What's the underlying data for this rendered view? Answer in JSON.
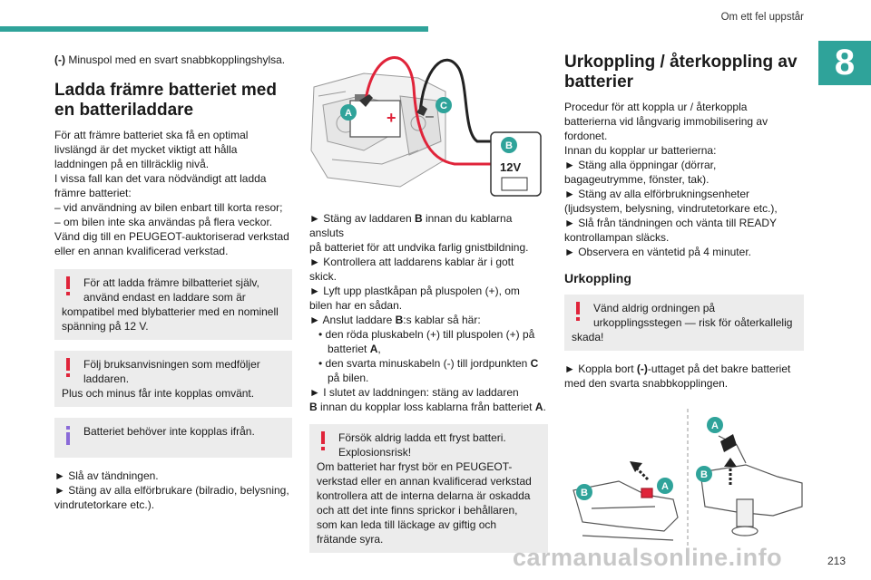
{
  "header": {
    "section_title": "Om ett fel uppstår",
    "chapter": "8",
    "page": "213"
  },
  "watermark": "carmanualsonline.info",
  "col1": {
    "minus_line_prefix": "(-)",
    "minus_line": " Minuspol med en svart snabbkopplingshylsa.",
    "heading1": "Ladda främre batteriet med",
    "heading2": "en batteriladdare",
    "intro": [
      "För att främre batteriet ska få en optimal",
      "livslängd är det mycket viktigt att hålla",
      "laddningen på en tillräcklig nivå.",
      "I vissa fall kan det vara nödvändigt att ladda",
      "främre batteriet:",
      "–  vid användning av bilen enbart till korta resor;",
      "–  om bilen inte ska användas på flera veckor.",
      "Vänd dig till en PEUGEOT-auktoriserad verkstad",
      "eller en annan kvalificerad verkstad."
    ],
    "warning1": [
      "För att ladda främre bilbatteriet själv,",
      "använd endast en laddare som är",
      "kompatibel med blybatterier med en nominell",
      "spänning på 12 V."
    ],
    "warning2": [
      "Följ bruksanvisningen som medföljer",
      "laddaren.",
      "Plus och minus får inte kopplas omvänt."
    ],
    "info1": "Batteriet behöver inte kopplas ifrån.",
    "steps": [
      "►  Slå av tändningen.",
      "►  Stäng av alla elförbrukare (bilradio, belysning,",
      "vindrutetorkare etc.)."
    ]
  },
  "col2": {
    "figure": {
      "label_a": "A",
      "label_b": "B",
      "label_c": "C",
      "charger_text": "12V",
      "plus": "+",
      "minus": "–"
    },
    "s1a": "►  Stäng av laddaren ",
    "s1b": "B",
    "s1c": " innan du kablarna ansluts",
    "s1d": "på batteriet för att undvika farlig gnistbildning.",
    "s2a": "►  Kontrollera att laddarens kablar är i gott",
    "s2b": "skick.",
    "s3a": "►  Lyft upp plastkåpan på pluspolen (+), om",
    "s3b": "bilen har en sådan.",
    "s4a": "►  Anslut laddare ",
    "s4b": "B",
    "s4c": ":s kablar så här:",
    "s5a": "•  den röda pluskabeln (+) till pluspolen (+) på",
    "s5b": "batteriet ",
    "s5c": "A",
    "s5d": ",",
    "s6a": "•  den svarta minuskabeln (-) till jordpunkten ",
    "s6b": "C",
    "s6c": "på bilen.",
    "s7a": "►  I slutet av laddningen: stäng av laddaren",
    "s7b": "B",
    "s7c": " innan du kopplar loss kablarna från batteriet ",
    "s7d": "A",
    "s7e": ".",
    "warning3": [
      "Försök aldrig ladda ett fryst batteri.",
      "Explosionsrisk!",
      "Om batteriet har fryst bör en PEUGEOT-",
      "verkstad eller en annan kvalificerad verkstad",
      "kontrollera att de interna delarna är oskadda",
      "och att det inte finns sprickor i behållaren,",
      "som kan leda till läckage av giftig och",
      "frätande syra."
    ]
  },
  "col3": {
    "heading1": "Urkoppling / återkoppling av",
    "heading2": "batterier",
    "intro": [
      "Procedur för att koppla ur / återkoppla",
      "batterierna vid långvarig immobilisering av",
      "fordonet.",
      "Innan du kopplar ur batterierna:",
      "►  Stäng alla öppningar (dörrar,",
      "bagageutrymme, fönster, tak).",
      "►  Stäng av alla elförbrukningsenheter",
      "(ljudsystem, belysning, vindrutetorkare etc.),",
      "►  Slå från tändningen och vänta till READY",
      "kontrollampan släcks.",
      "►  Observera en väntetid på 4 minuter."
    ],
    "subheading": "Urkoppling",
    "warning4": [
      "Vänd aldrig ordningen på",
      "urkopplingsstegen — risk för oåterkallelig",
      "skada!"
    ],
    "step_a": "►  Koppla bort ",
    "step_b": "(-)",
    "step_c": "-uttaget på det bakre batteriet",
    "step_d": "med den svarta snabbkopplingen.",
    "figure": {
      "left_a": "A",
      "left_b": "B",
      "right_a": "A",
      "right_b": "B"
    }
  },
  "colors": {
    "accent": "#2fa39a",
    "warning": "#e0243a",
    "info": "#8a6ad8",
    "box_bg": "#ececec"
  }
}
